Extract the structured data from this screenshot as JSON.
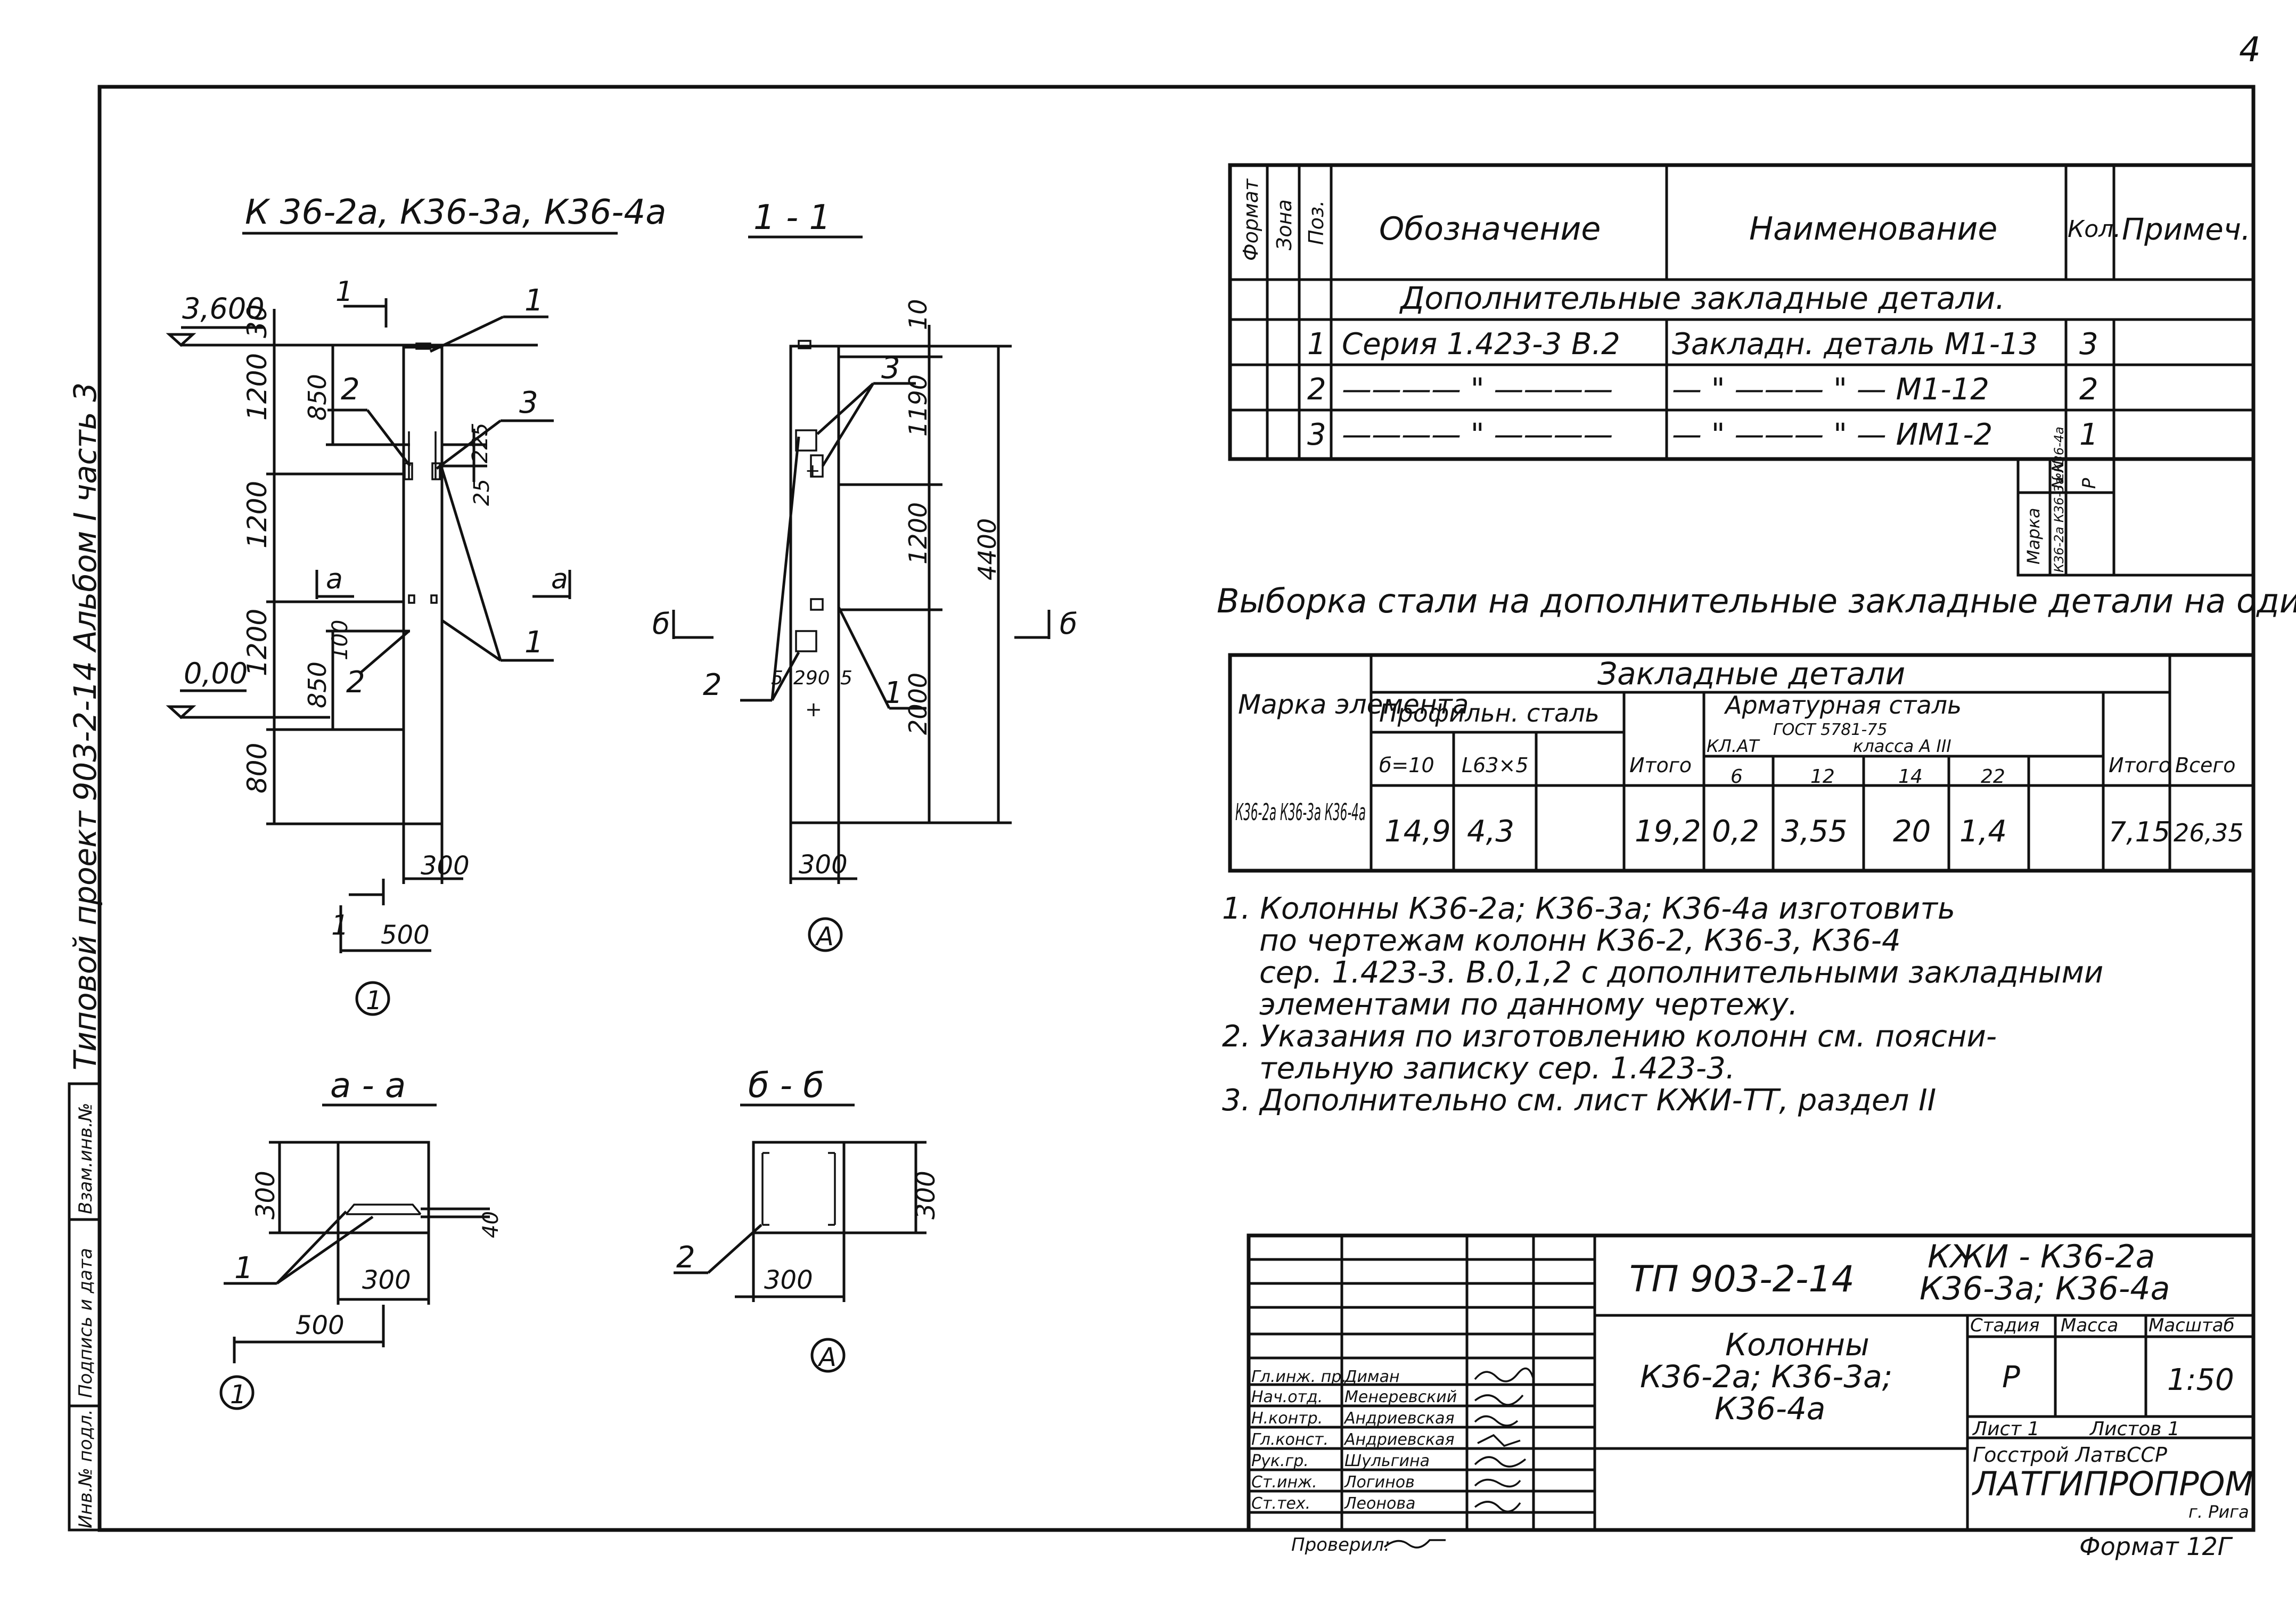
{
  "sheet_number": "4",
  "side_label": "Типовой проект 903-2-14 Альбом I часть 3",
  "stamp_labels": [
    "Инв.№ подл.",
    "Подпись и дата",
    "Взам.инв.№"
  ],
  "views": {
    "main_title": "К 36-2а, К36-3а, К36-4а",
    "section_11": "1 - 1",
    "section_aa": "а - а",
    "section_bb": "б - б",
    "elev_top": "3,600",
    "elev_zero": "0,00",
    "main_dims_left": [
      "30",
      "1200",
      "1200",
      "1200",
      "800"
    ],
    "main_dims_inner": [
      "850",
      "850",
      "100"
    ],
    "main_dims_right": [
      "225",
      "25"
    ],
    "main_dim_width": "300",
    "main_dim_500": "500",
    "cut_1": "1",
    "cut_a": "а",
    "main_callouts": [
      "1",
      "2",
      "3",
      "1",
      "2"
    ],
    "circle_1": "1",
    "circle_A": "А",
    "sec11_dims_right": [
      "10",
      "1190",
      "1200",
      "2000"
    ],
    "sec11_dim_total": "4400",
    "sec11_dim_width": "300",
    "sec11_dims_small": [
      "5",
      "290",
      "5"
    ],
    "cut_b": "б",
    "sec11_callouts": [
      "3",
      "2",
      "1"
    ],
    "aa_dims": [
      "300",
      "300",
      "500",
      "40"
    ],
    "aa_callout": "1",
    "bb_dims": [
      "300",
      "300"
    ],
    "bb_callout": "2"
  },
  "spec_table": {
    "headers": [
      "Формат",
      "Зона",
      "Поз.",
      "Обозначение",
      "Наименование",
      "Кол.",
      "Примеч."
    ],
    "section_title": "Дополнительные закладные детали.",
    "rows": [
      {
        "pos": "1",
        "designation": "Серия 1.423-3 В.2",
        "name": "Закладн. деталь М1-13",
        "qty": "3"
      },
      {
        "pos": "2",
        "designation": "———— \" ————",
        "name": "— \" ——— \" — М1-12",
        "qty": "2"
      },
      {
        "pos": "3",
        "designation": "———— \" ————",
        "name": "— \" ——— \" — ИМ1-2",
        "qty": "1"
      }
    ],
    "marka_label": "Марка",
    "marka_values": "К36-2а К36-3а К36-4а",
    "no_label": "№№",
    "pos_label": "Р"
  },
  "steel_table": {
    "title": "Выборка стали на дополнительные закладные детали на один элемент, кг",
    "h_zakl": "Закладные детали",
    "h_marka": "Марка элемента",
    "h_prof": "Профильн. сталь",
    "h_arm": "Арматурная сталь",
    "h_gost": "ГОСТ 5781-75",
    "h_klass": "класса А III",
    "h_kp": "КЛ.АТ",
    "h_itogo": "Итого",
    "h_vsego": "Всего",
    "h_cols": [
      "б=10",
      "L63×5",
      "6",
      "12",
      "14",
      "22"
    ],
    "row_marka": "К36-2а К36-3а К36-4а",
    "row_values": [
      "14,9",
      "4,3",
      "19,2",
      "0,2",
      "3,55",
      "20",
      "1,4",
      "7,15",
      "26,35"
    ]
  },
  "notes": [
    "1. Колонны К36-2а; К36-3а; К36-4а изготовить",
    "по чертежам колонн К36-2, К36-3, К36-4",
    "сер. 1.423-3. В.0,1,2 с дополнительными закладными",
    "элементами по данному чертежу.",
    "2. Указания по изготовлению колонн см. поясни-",
    "тельную записку сер. 1.423-3.",
    "3. Дополнительно см. лист КЖИ-ТТ, раздел II"
  ],
  "title_block": {
    "project": "ТП 903-2-14",
    "code_1": "КЖИ - К36-2а",
    "code_2": "К36-3а; К36-4а",
    "name_1": "Колонны",
    "name_2": "К36-2а; К36-3а;",
    "name_3": "К36-4а",
    "stage_label": "Стадия",
    "mass_label": "Масса",
    "scale_label": "Масштаб",
    "stage": "Р",
    "scale": "1:50",
    "sheet_label": "Лист 1",
    "sheets_label": "Листов 1",
    "org_1": "Госстрой ЛатвССР",
    "org_2": "ЛАТГИПРОПРОМ",
    "org_3": "г. Рига",
    "format": "Формат 12Г",
    "checked_by": "Проверил:",
    "roles": [
      {
        "role": "Гл.инж. пр.",
        "name": "Диман"
      },
      {
        "role": "Нач.отд.",
        "name": "Менеревский"
      },
      {
        "role": "Н.контр.",
        "name": "Андриевская"
      },
      {
        "role": "Гл.конст.",
        "name": "Андриевская"
      },
      {
        "role": "Рук.гр.",
        "name": "Шульгина"
      },
      {
        "role": "Ст.инж.",
        "name": "Логинов"
      },
      {
        "role": "Ст.тех.",
        "name": "Леонова"
      }
    ]
  }
}
